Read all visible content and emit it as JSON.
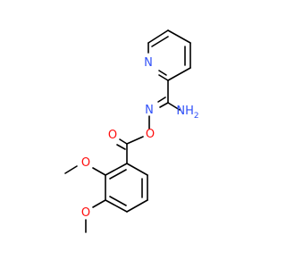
{
  "colors": {
    "carbon": "#000000",
    "nitrogen": "#3050F8",
    "oxygen": "#FF0D0D",
    "background": "#ffffff"
  },
  "atoms": {
    "n_pyridine": "N",
    "n_imine": "N",
    "nh2_main": "NH",
    "nh2_sub": "2",
    "o_ester": "O",
    "o_carbonyl": "O",
    "o_methoxy_upper": "O",
    "o_methoxy_lower": "O"
  }
}
